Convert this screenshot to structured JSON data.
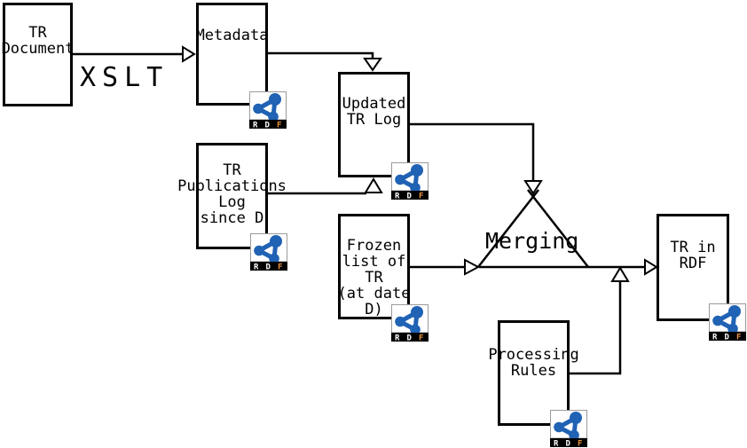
{
  "diagram": {
    "nodes": [
      {
        "id": "tr-document",
        "label": "TR\nDocument"
      },
      {
        "id": "metadata",
        "label": "Metadata"
      },
      {
        "id": "updated-tr-log",
        "label": "Updated\nTR Log"
      },
      {
        "id": "tr-publications-log",
        "label": "TR\nPublications\nLog\nsince D"
      },
      {
        "id": "frozen-list",
        "label": "Frozen\nlist of\nTR\n(at date\nD)"
      },
      {
        "id": "processing-rules",
        "label": "Processing\nRules"
      },
      {
        "id": "tr-in-rdf",
        "label": "TR in\nRDF"
      }
    ],
    "edge_labels": {
      "xslt": "XSLT",
      "merging": "Merging"
    },
    "icons": {
      "rdf_letters": [
        "R",
        "D",
        "F"
      ]
    },
    "colors": {
      "line_black": "#000000",
      "rdf_blue": "#2062b4",
      "rdf_f_orange": "#e89440"
    }
  }
}
